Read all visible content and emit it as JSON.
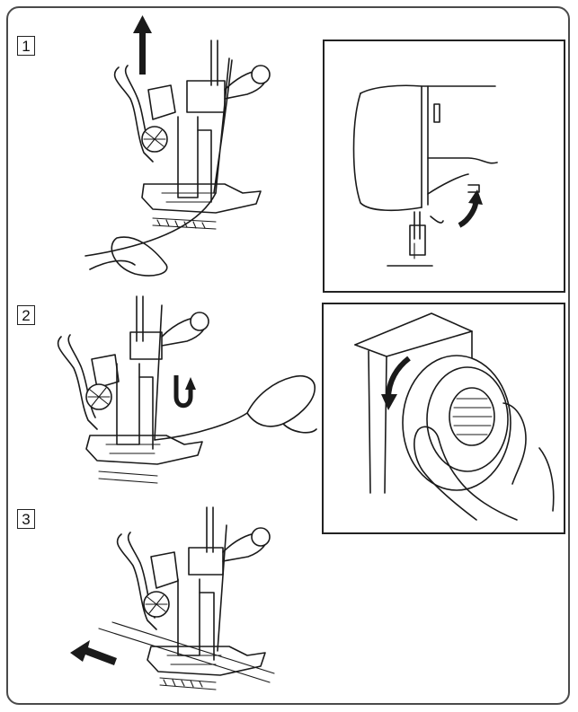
{
  "steps": [
    {
      "label": "1",
      "icon": "presser-foot-raised-icon",
      "arrow": "up-arrow-icon"
    },
    {
      "label": "2",
      "icon": "pull-thread-icon",
      "arrow": "turn-arrow-icon"
    },
    {
      "label": "3",
      "icon": "presser-foot-fabric-icon",
      "arrow": "left-arrow-icon"
    }
  ],
  "insets": [
    {
      "icon": "presser-foot-lever-icon"
    },
    {
      "icon": "handwheel-turn-icon"
    }
  ],
  "colors": {
    "line": "#1a1a1a",
    "frame": "#4a4a4a",
    "background": "#ffffff"
  }
}
